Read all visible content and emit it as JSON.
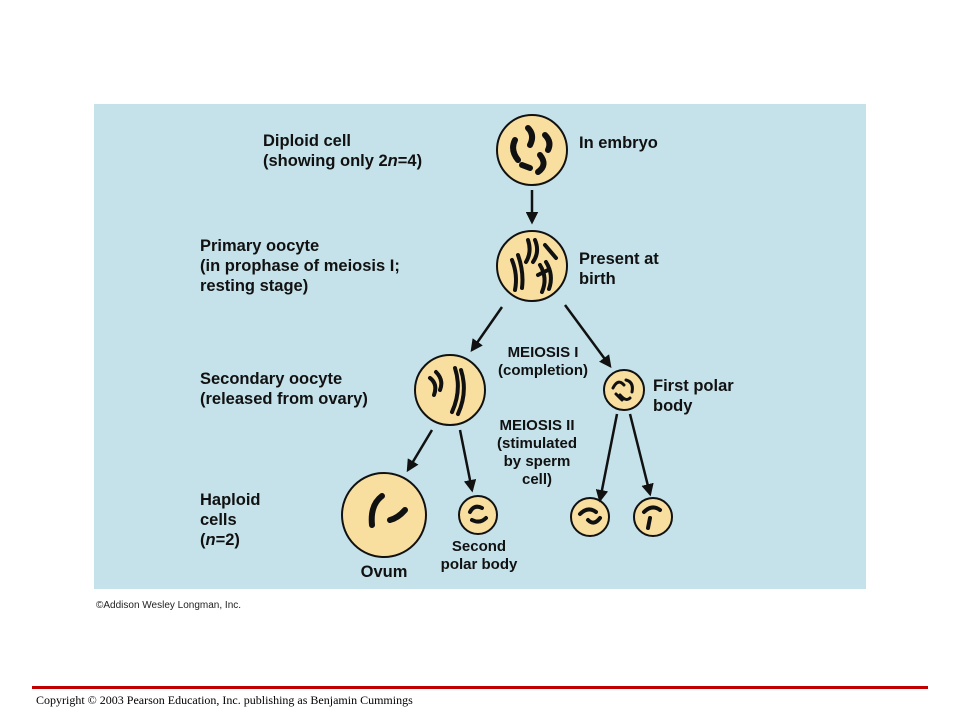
{
  "diagram": {
    "diploid": {
      "line1": "Diploid cell",
      "line2_pre": "(showing only 2",
      "line2_n": "n",
      "line2_post": "=4)"
    },
    "embryo": "In embryo",
    "primary": {
      "line1": "Primary oocyte",
      "line2": "(in prophase of meiosis I;",
      "line3": "resting stage)"
    },
    "present": {
      "line1": "Present at",
      "line2": "birth"
    },
    "meiosis1": {
      "line1": "MEIOSIS I",
      "line2": "(completion)"
    },
    "secondary": {
      "line1": "Secondary oocyte",
      "line2": "(released from ovary)"
    },
    "first_polar": {
      "line1": "First polar",
      "line2": "body"
    },
    "meiosis2": {
      "line1": "MEIOSIS II",
      "line2": "(stimulated",
      "line3": "by sperm",
      "line4": "cell)"
    },
    "haploid": {
      "line1": "Haploid",
      "line2": "cells",
      "line3_pre": "(",
      "line3_n": "n",
      "line3_post": "=2)"
    },
    "ovum": "Ovum",
    "second_polar": {
      "line1": "Second",
      "line2": "polar body"
    },
    "credit": "©Addison Wesley Longman, Inc."
  },
  "footer": {
    "copyright": "Copyright © 2003 Pearson Education, Inc. publishing as Benjamin Cummings"
  },
  "colors": {
    "panel": "#c5e2ea",
    "cell": "#f8dfa0",
    "rule": "#c00000"
  }
}
